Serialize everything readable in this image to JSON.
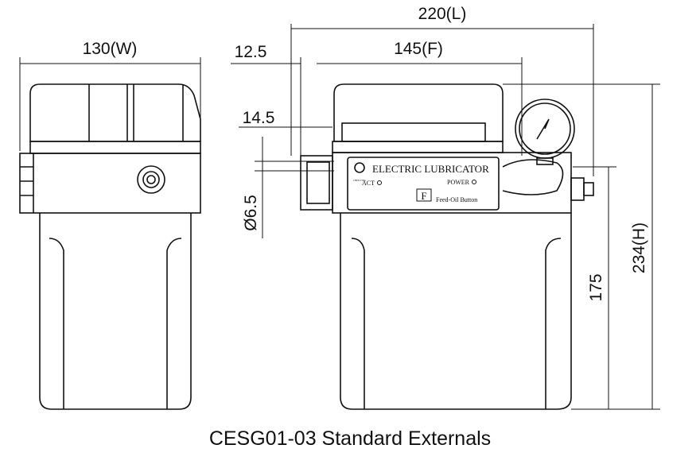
{
  "caption": "CESG01-03 Standard Externals",
  "dimensions": {
    "width": "130(W)",
    "length": "220(L)",
    "front": "145(F)",
    "offset_12_5": "12.5",
    "offset_14_5": "14.5",
    "diameter": "Ø6.5",
    "height_175": "175",
    "height": "234(H)"
  },
  "panel": {
    "title": "ELECTRIC LUBRICATOR",
    "act": "ACT",
    "power": "POWER",
    "button_letter": "F",
    "button_label": "Feed-Oil Button",
    "brand": "CHEN YING"
  }
}
